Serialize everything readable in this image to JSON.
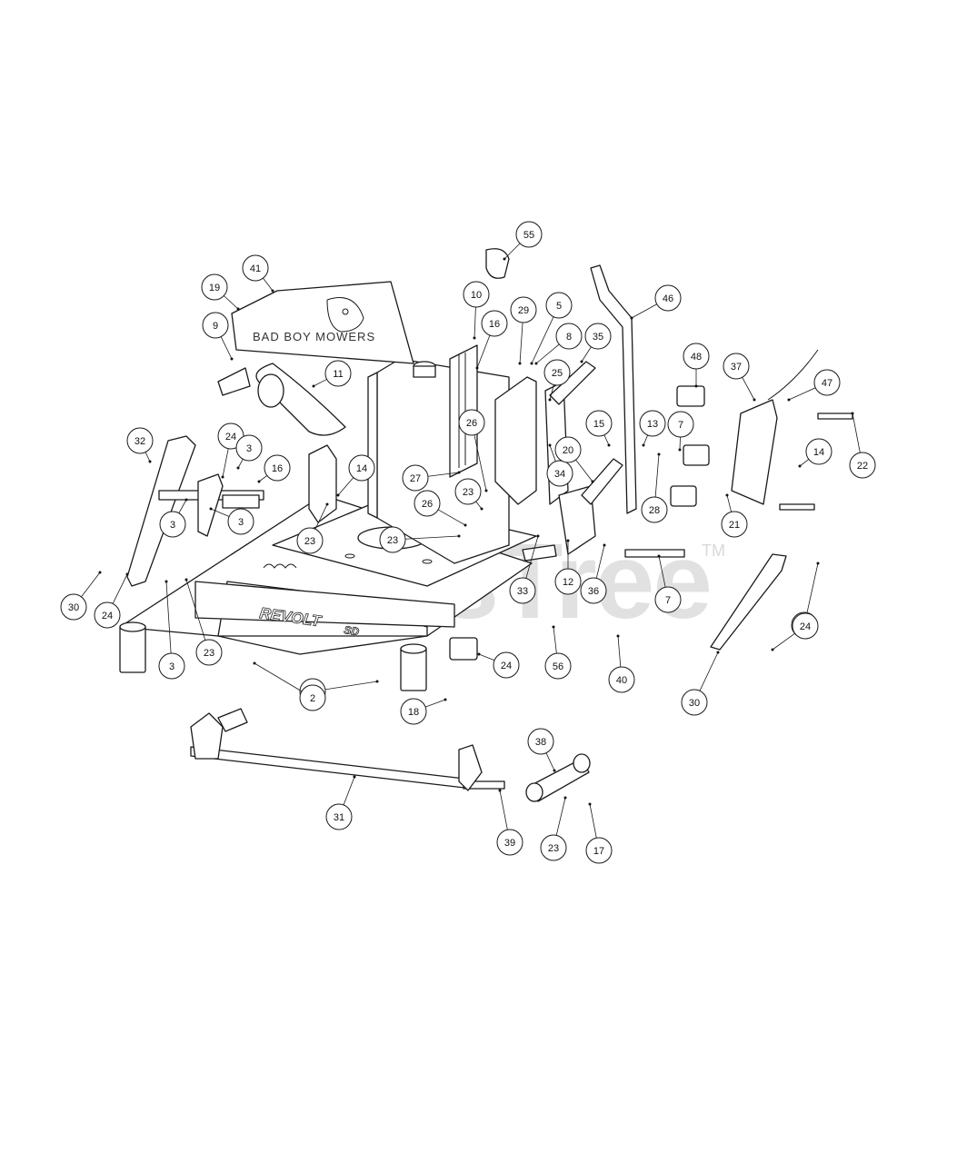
{
  "watermark": {
    "text": "PartsTree",
    "trademark": "TM"
  },
  "decal_text": {
    "brand": "BAD BOY MOWERS",
    "model": "REVOLT",
    "model_sub": "SD"
  },
  "callouts": [
    "55",
    "41",
    "19",
    "10",
    "29",
    "5",
    "46",
    "9",
    "16",
    "8",
    "35",
    "48",
    "37",
    "47",
    "11",
    "25",
    "26",
    "14",
    "15",
    "13",
    "7",
    "32",
    "24",
    "3",
    "16",
    "27",
    "34",
    "20",
    "22",
    "14",
    "26",
    "23",
    "23",
    "36",
    "28",
    "21",
    "3",
    "3",
    "23",
    "33",
    "12",
    "7",
    "30",
    "24",
    "3",
    "23",
    "7",
    "24",
    "40",
    "3",
    "56",
    "24",
    "30",
    "2",
    "18",
    "38",
    "31",
    "39",
    "23",
    "17"
  ]
}
